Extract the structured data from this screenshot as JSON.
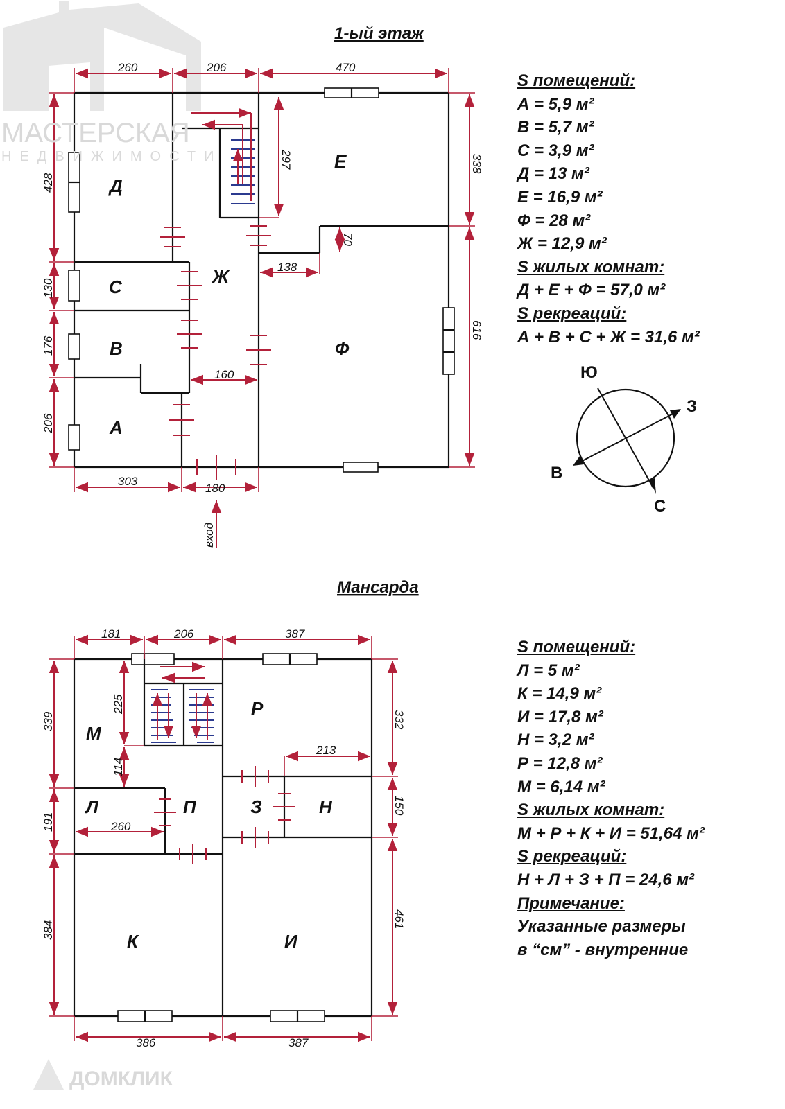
{
  "watermarks": {
    "top": "МАСТЕРСКАЯ НЕДВИЖИМОСТИ",
    "bottom": "ДОМКЛИК"
  },
  "floor1": {
    "title": "1-ый этаж",
    "rooms": {
      "A": "А",
      "B": "В",
      "C": "С",
      "D": "Д",
      "E": "Е",
      "F": "Ф",
      "Zh": "Ж"
    },
    "dims": {
      "top": [
        "260",
        "206",
        "470"
      ],
      "left": [
        "428",
        "130",
        "176",
        "206"
      ],
      "right": [
        "338",
        "616"
      ],
      "bottom": [
        "303",
        "180"
      ],
      "stair": "297",
      "step_v": "70",
      "step_h": "138",
      "hall": "160"
    },
    "entrance": "вход",
    "legend": {
      "rooms_heading": "S помещений:",
      "rooms": [
        "А = 5,9 м²",
        "В = 5,7 м²",
        "С = 3,9 м²",
        "Д = 13 м²",
        "Е = 16,9 м²",
        "Ф = 28 м²",
        "Ж = 12,9 м²"
      ],
      "living_heading": "S жилых комнат:",
      "living": "Д + Е + Ф = 57,0 м²",
      "rec_heading": "S рекреаций:",
      "rec": "А + В + С + Ж = 31,6 м²"
    }
  },
  "compass": {
    "south": "Ю",
    "west": "З",
    "east": "В",
    "north": "С"
  },
  "mansard": {
    "title": "Мансарда",
    "rooms": {
      "M": "М",
      "L": "Л",
      "P": "П",
      "R": "Р",
      "Z": "З",
      "N": "Н",
      "K": "К",
      "I": "И"
    },
    "dims": {
      "top": [
        "181",
        "206",
        "387"
      ],
      "left": [
        "339",
        "191",
        "384"
      ],
      "right": [
        "332",
        "150",
        "461"
      ],
      "bottom": [
        "386",
        "387"
      ],
      "m_upper": "225",
      "m_lower": "114",
      "n_width": "213",
      "l_width": "260"
    },
    "legend": {
      "rooms_heading": "S помещений:",
      "rooms": [
        "Л = 5 м²",
        "К = 14,9 м²",
        "И = 17,8 м²",
        "Н = 3,2 м²",
        "Р = 12,8 м²",
        "М = 6,14 м²"
      ],
      "living_heading": "S жилых комнат:",
      "living": "М + Р + К + И = 51,64 м²",
      "rec_heading": "S рекреаций:",
      "rec": "Н + Л + З + П = 24,6 м²",
      "note_heading": "Примечание:",
      "note": [
        "Указанные размеры",
        "в “см” - внутренние"
      ]
    }
  }
}
